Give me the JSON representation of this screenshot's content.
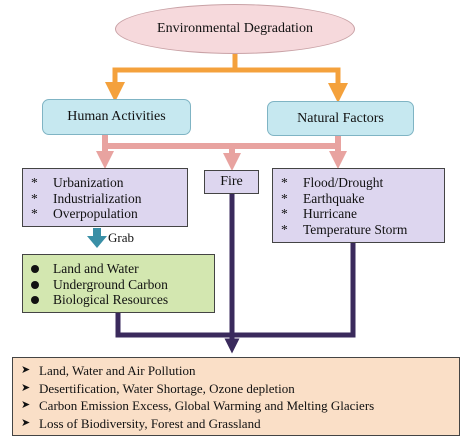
{
  "title": "Environmental Degradation",
  "human": "Human Activities",
  "natural": "Natural Factors",
  "fire": "Fire",
  "grab": "Grab",
  "human_causes": [
    "Urbanization",
    "Industrialization",
    "Overpopulation"
  ],
  "natural_causes": [
    "Flood/Drought",
    "Earthquake",
    "Hurricane",
    "Temperature Storm"
  ],
  "resources": [
    "Land and Water",
    "Underground Carbon",
    "Biological Resources"
  ],
  "effects": [
    "Land, Water and Air Pollution",
    "Desertification, Water Shortage, Ozone depletion",
    "Carbon Emission Excess, Global Warming and Melting Glaciers",
    "Loss of Biodiversity, Forest and Grassland"
  ],
  "markers": {
    "star": "*",
    "bullet": "●",
    "arrow": "➤"
  },
  "colors": {
    "orange_arrow": "#f4a13c",
    "pink_arrow": "#e8a3a0",
    "blue_arrow": "#3a8fa6",
    "navy_arrow": "#3a2a5c",
    "title_fill": "#f6d9dc",
    "pill_fill": "#c6e8f0",
    "purple_fill": "#ddd6ef",
    "green_fill": "#d3e7b0",
    "bottom_fill": "#fadfc7"
  }
}
